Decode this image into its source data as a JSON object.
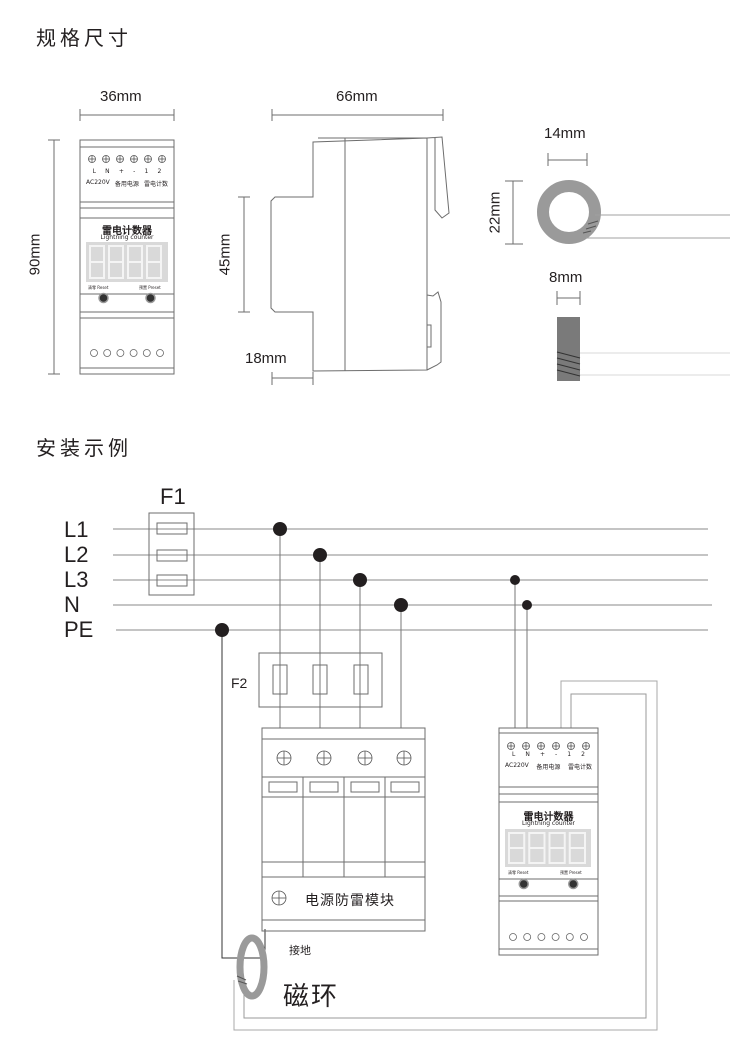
{
  "sections": {
    "spec_title": "规格尺寸",
    "install_title": "安装示例"
  },
  "dimensions": {
    "front_width": "36mm",
    "front_height": "90mm",
    "side_depth": "66mm",
    "side_height": "45mm",
    "side_rail": "18mm",
    "ring_diameter": "14mm",
    "ring_outer": "22mm",
    "ring_thickness": "8mm"
  },
  "counter_device": {
    "terminal_labels": [
      "L",
      "N",
      "+",
      "-",
      "1",
      "2"
    ],
    "group_labels": [
      "AC220V",
      "备用电源",
      "雷电计数"
    ],
    "title_cn": "雷电计数器",
    "title_en": "Lightning counter",
    "display_digits": 4,
    "reset_label": "清零 Reset",
    "preset_label": "预置 Preset",
    "bottom_led_count": 6
  },
  "wiring": {
    "lines": [
      "L1",
      "L2",
      "L3",
      "N",
      "PE"
    ],
    "fuse1_label": "F1",
    "fuse2_label": "F2",
    "spd_label": "电源防雷模块",
    "ground_label": "接地",
    "ring_label": "磁环"
  },
  "colors": {
    "line": "#8a8a8a",
    "stroke": "#6d6d6d",
    "ring": "#9a9a9a",
    "core": "#7a7a7a",
    "dot": "#231f20",
    "display": "#d9d9d9"
  }
}
